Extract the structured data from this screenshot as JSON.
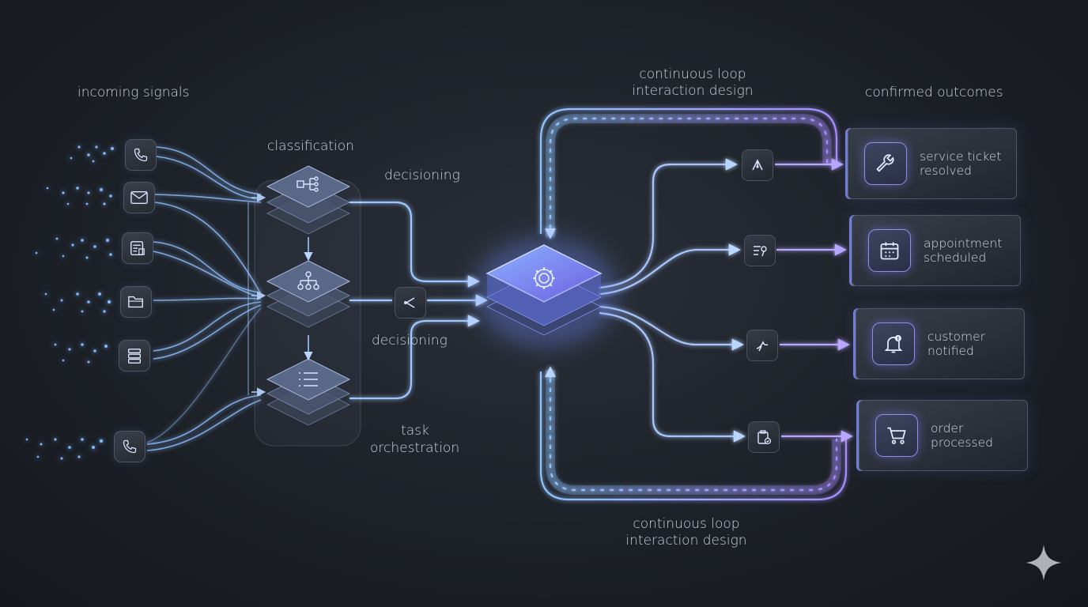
{
  "labels": {
    "incoming": "incoming signals",
    "classification": "classification",
    "decisioning_top": "decisioning",
    "decisioning_mid": "decisioning",
    "task_line1": "task",
    "task_line2": "orchestration",
    "loop_top_line1": "continuous loop",
    "loop_top_line2": "interaction design",
    "loop_bottom_line1": "continuous loop",
    "loop_bottom_line2": "interaction design",
    "outcomes_header": "confirmed outcomes"
  },
  "sources": [
    {
      "icon": "phone-icon"
    },
    {
      "icon": "mail-icon"
    },
    {
      "icon": "form-icon"
    },
    {
      "icon": "folder-icon"
    },
    {
      "icon": "database-icon"
    },
    {
      "icon": "phone-icon"
    }
  ],
  "stack_icons": [
    "hierarchy-icon",
    "org-chart-icon",
    "list-icon"
  ],
  "hub_icon": "gear-icon",
  "branch_nodes": [
    "pen-tool-icon",
    "checklist-icon",
    "bird-icon",
    "clipboard-check-icon"
  ],
  "outcomes": [
    {
      "line1": "service ticket",
      "line2": "resolved",
      "icon": "wrench-icon"
    },
    {
      "line1": "appointment",
      "line2": "scheduled",
      "icon": "calendar-icon"
    },
    {
      "line1": "customer",
      "line2": "notified",
      "icon": "bell-icon"
    },
    {
      "line1": "order",
      "line2": "processed",
      "icon": "cart-icon"
    }
  ],
  "colors": {
    "flow_blue": "#9ec8ff",
    "flow_violet": "#a58cff",
    "accent_glow": "#6f8dff"
  }
}
